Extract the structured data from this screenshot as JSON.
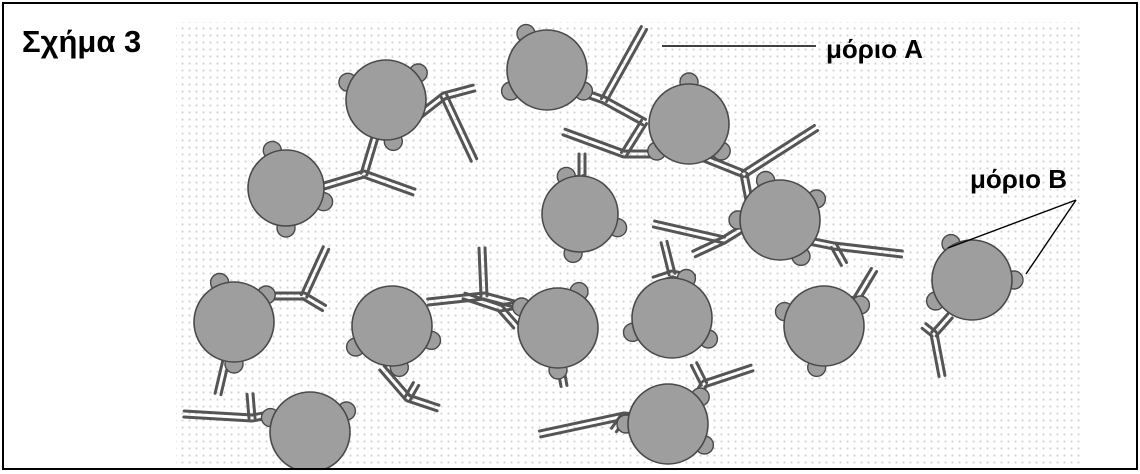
{
  "figure": {
    "title": "Σχήμα 3",
    "label_a": "μόριο A",
    "label_b": "μόριο B"
  },
  "colors": {
    "antigen_fill": "#9e9e9e",
    "antigen_stroke": "#4a4a4a",
    "antibody_stroke": "#555555",
    "dot_pattern": "#d6d6d6",
    "border": "#000000"
  }
}
